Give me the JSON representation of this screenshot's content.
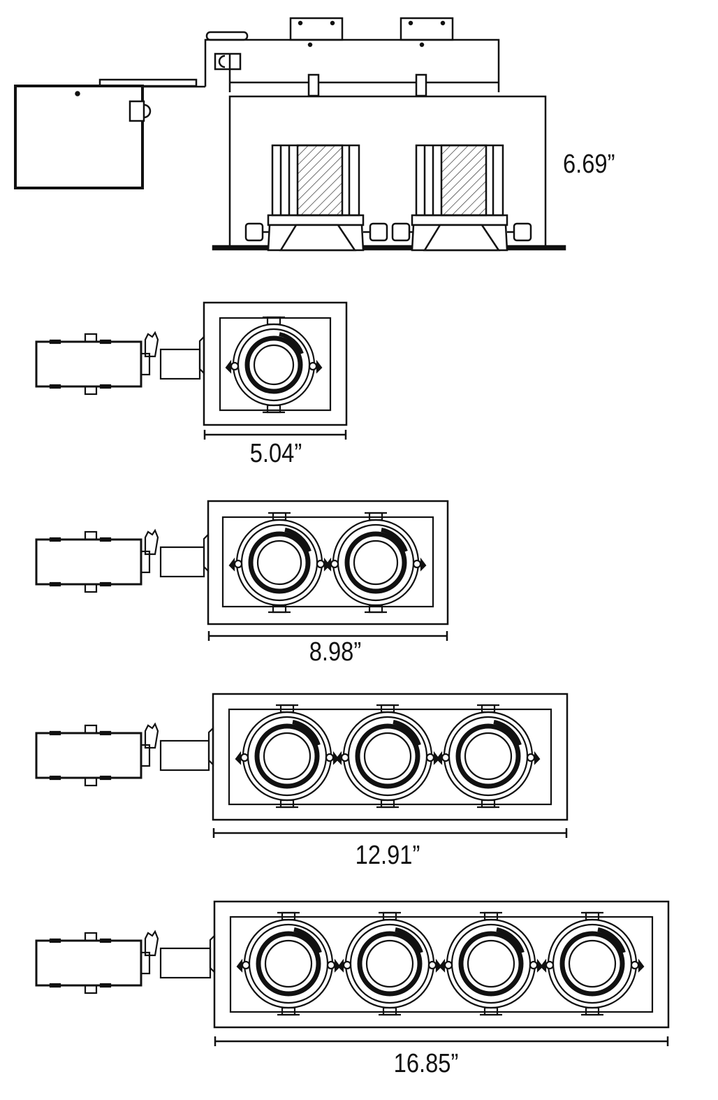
{
  "diagram": {
    "colors": {
      "line": "#111111",
      "background": "#ffffff",
      "hatch": "#333333"
    },
    "side_view": {
      "fixture_count": 2,
      "height_label": "6.69”"
    },
    "top_views": [
      {
        "fixture_count": 1,
        "width_label": "5.04”"
      },
      {
        "fixture_count": 2,
        "width_label": "8.98”"
      },
      {
        "fixture_count": 3,
        "width_label": "12.91”"
      },
      {
        "fixture_count": 4,
        "width_label": "16.85”"
      }
    ]
  }
}
